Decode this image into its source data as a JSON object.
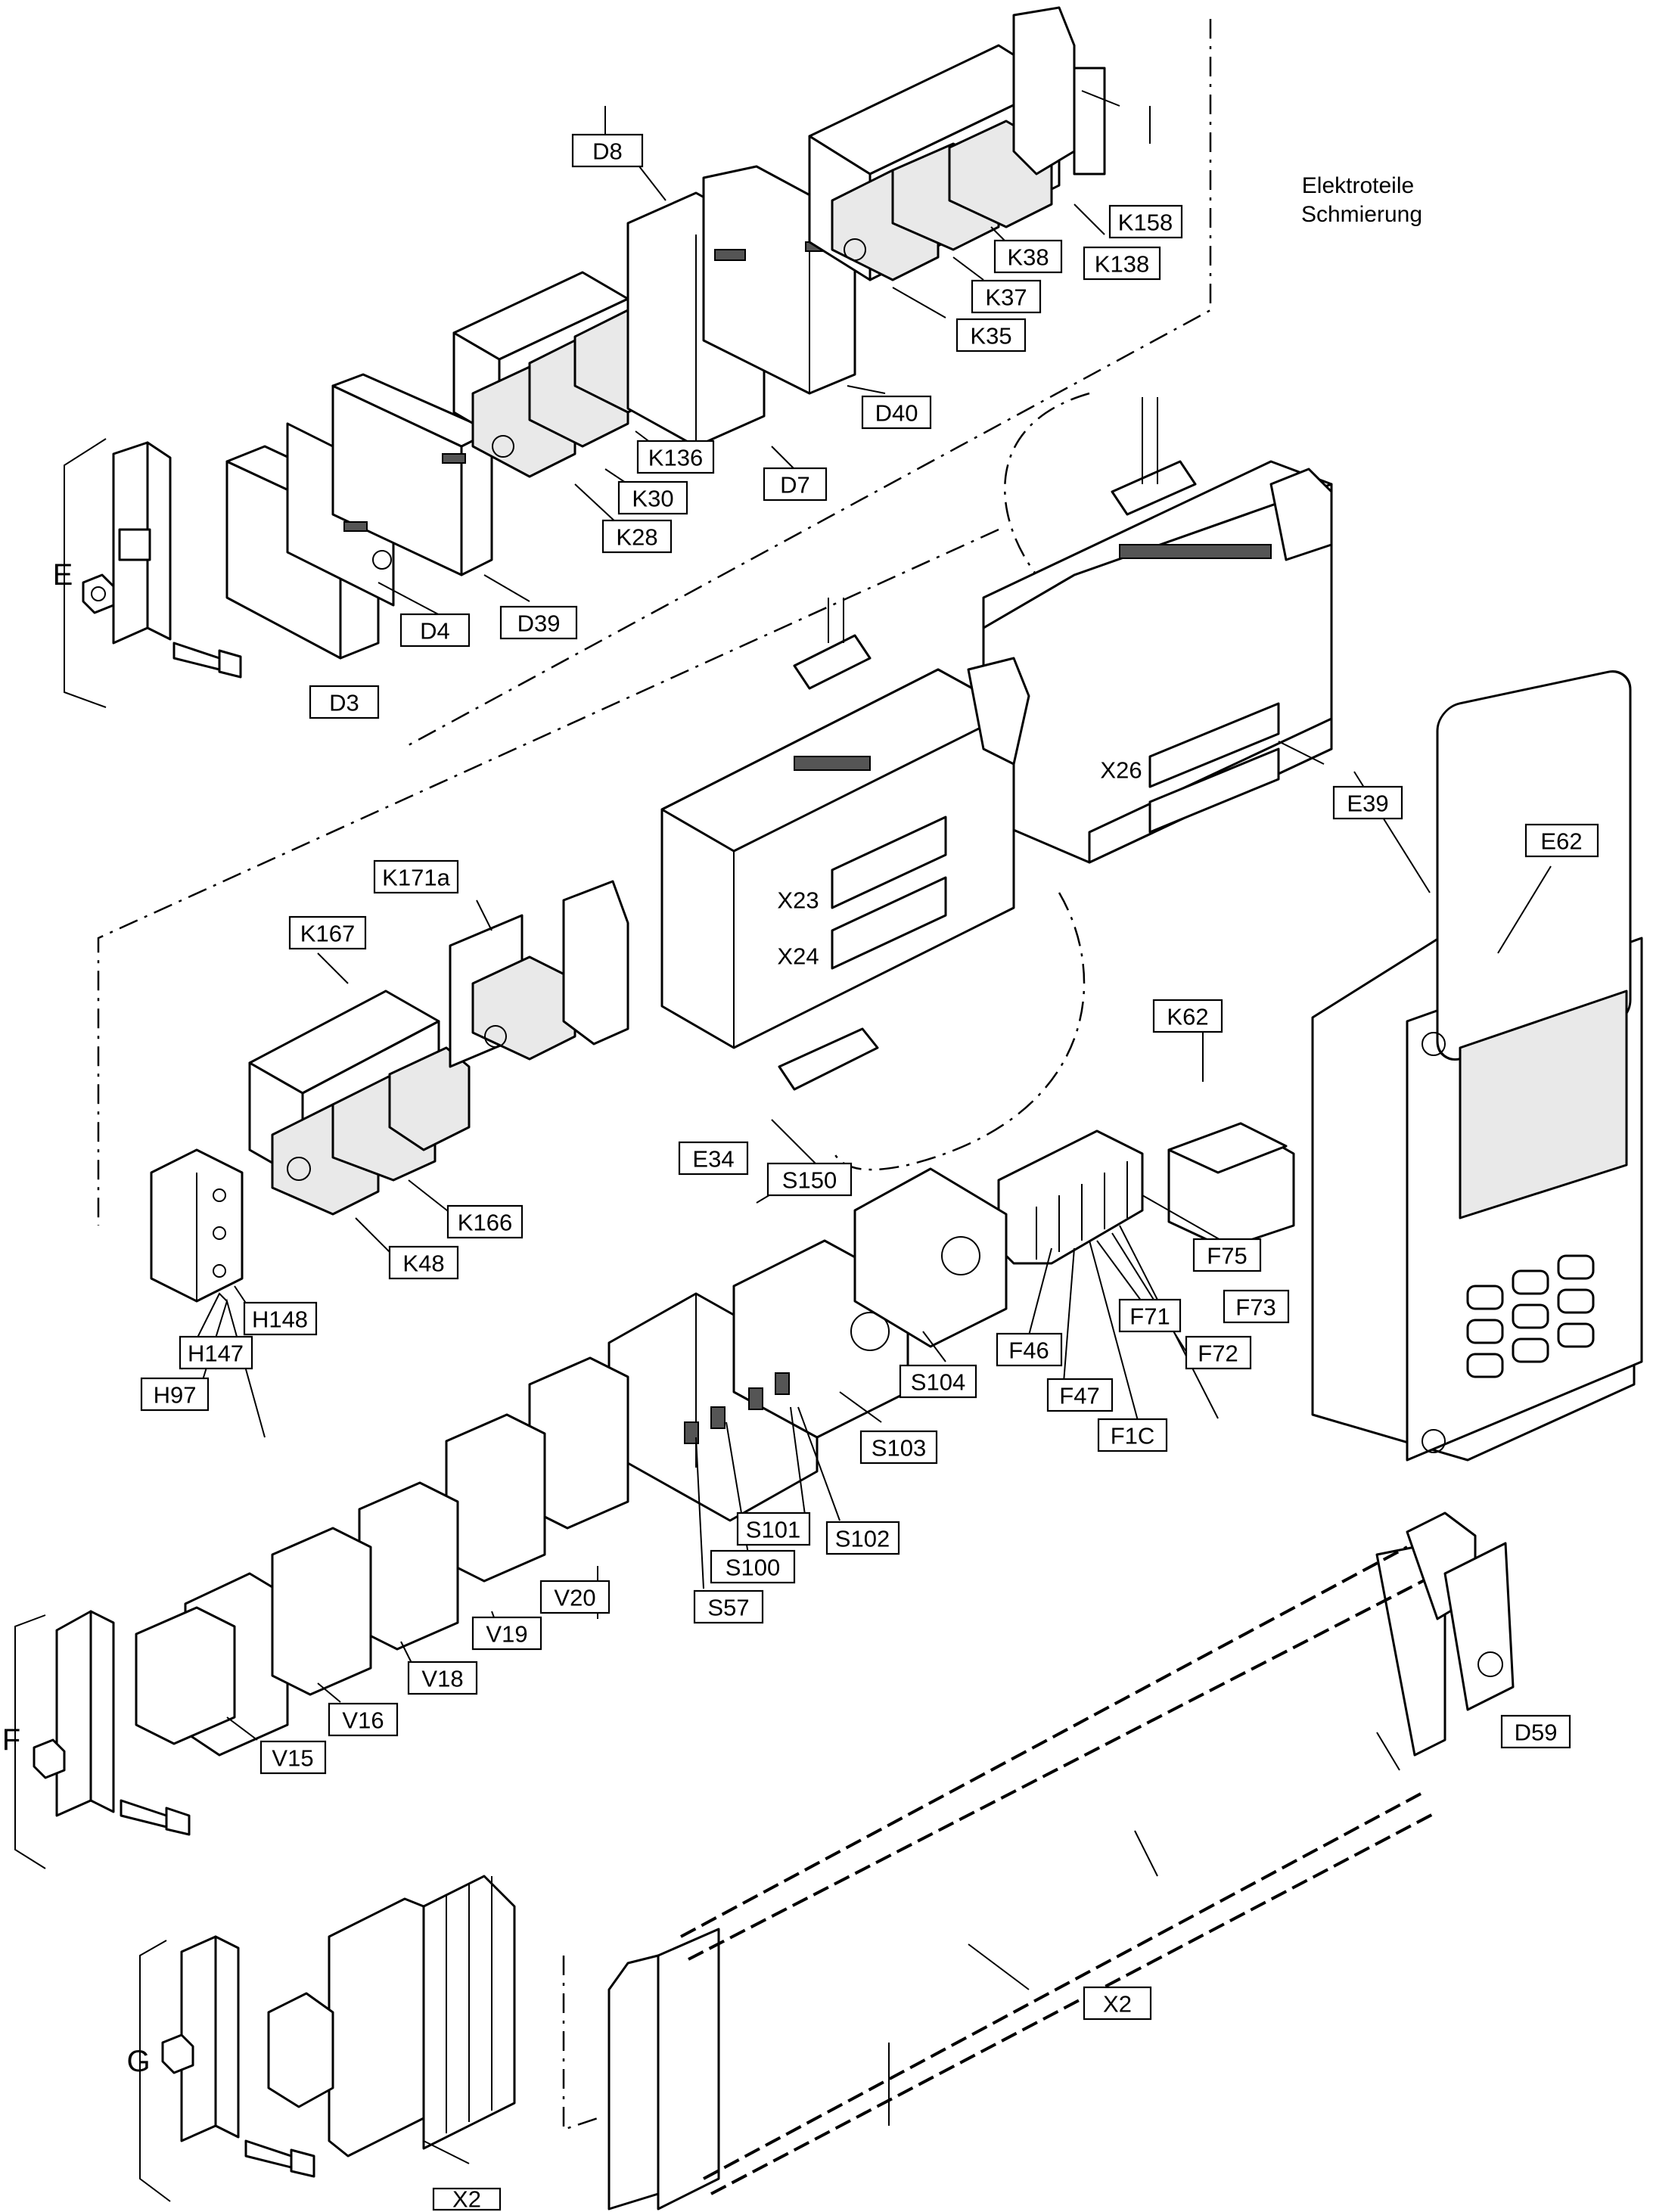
{
  "drawing": {
    "note_line1": "Elektroteile",
    "note_line2": "Schmierung",
    "group_labels": [
      "E",
      "F",
      "G"
    ],
    "part_labels": [
      "D8",
      "K158",
      "K38",
      "K138",
      "K37",
      "K35",
      "D40",
      "K136",
      "K30",
      "D7",
      "K28",
      "D4",
      "D39",
      "D3",
      "X26",
      "E39",
      "E62",
      "K171a",
      "K167",
      "X23",
      "X24",
      "E34",
      "K62",
      "K166",
      "K48",
      "S150",
      "H148",
      "H147",
      "H97",
      "F75",
      "F71",
      "F73",
      "F46",
      "F72",
      "S104",
      "F47",
      "F1C",
      "S103",
      "V20",
      "S101",
      "S102",
      "V19",
      "S100",
      "S57",
      "V18",
      "V16",
      "V15",
      "D59",
      "X2",
      "X2"
    ]
  }
}
